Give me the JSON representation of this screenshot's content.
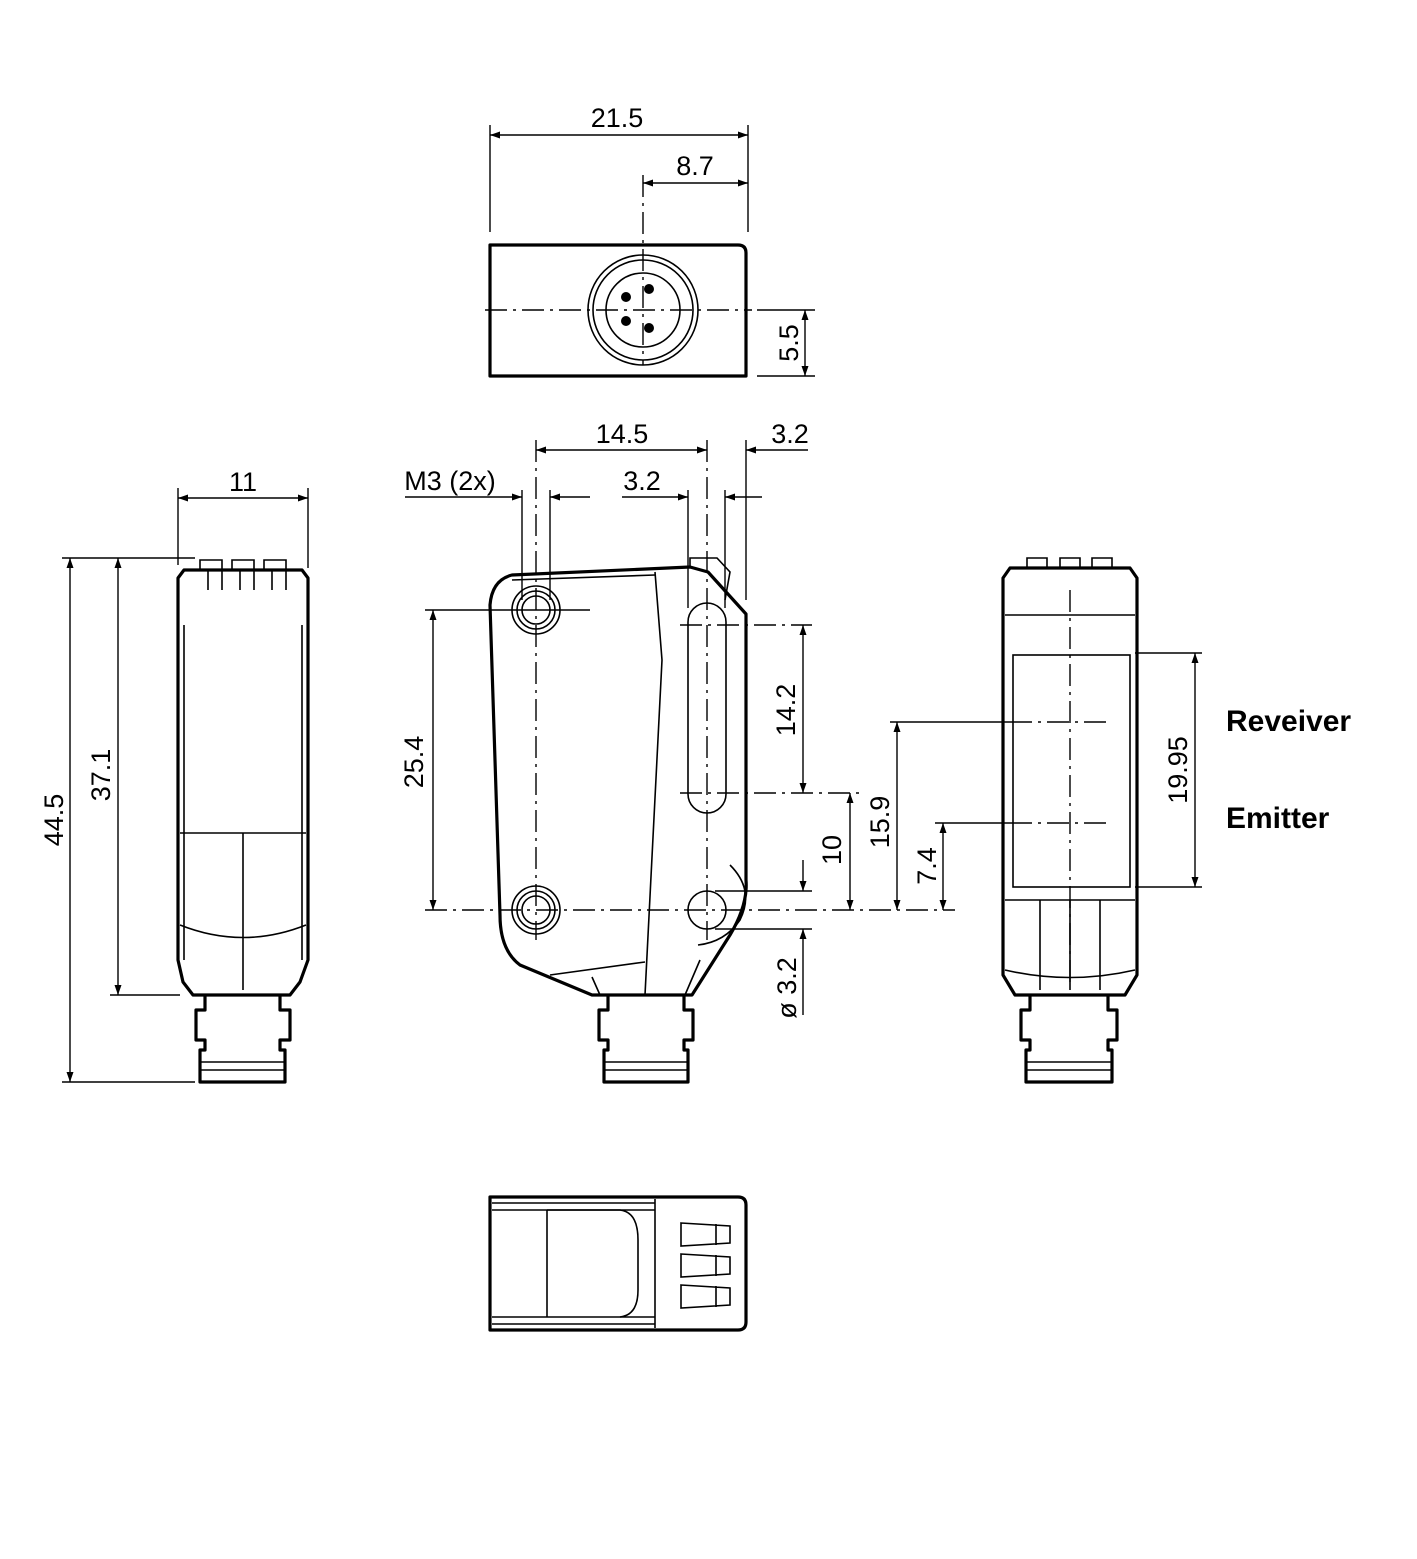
{
  "dimensions": {
    "top_width": "21.5",
    "top_connector_offset": "8.7",
    "top_height_offset": "5.5",
    "side_width": "11",
    "total_height": "44.5",
    "body_height": "37.1",
    "hole_spacing_horizontal": "14.5",
    "edge_offset_top": "3.2",
    "thread": "M3 (2x)",
    "slot_width": "3.2",
    "hole_spacing_vertical": "25.4",
    "slot_length": "14.2",
    "slot_to_hole": "10",
    "receiver_offset": "15.9",
    "emitter_offset": "7.4",
    "hole_diameter": "ø 3.2",
    "window_height": "19.95"
  },
  "labels": {
    "receiver": "Reveiver",
    "emitter": "Emitter"
  }
}
